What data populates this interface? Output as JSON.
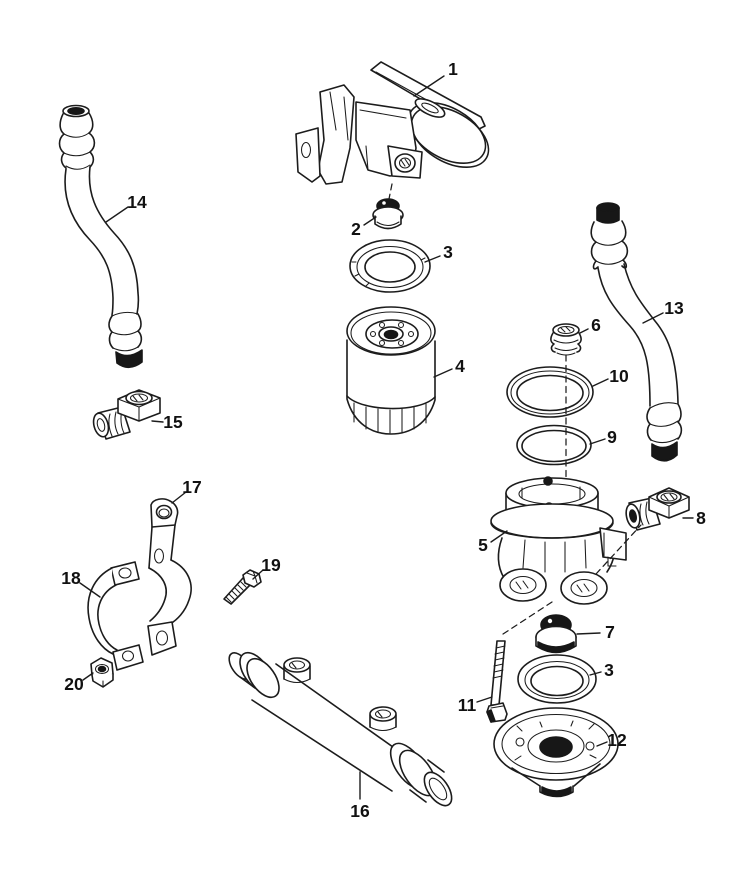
{
  "diagram": {
    "kind": "exploded-parts-diagram",
    "background_color": "#ffffff",
    "line_color": "#1c1c1c",
    "label_color": "#111111",
    "part_count": 20,
    "callouts": [
      {
        "number": "1",
        "part": "filter-mounting-bracket"
      },
      {
        "number": "2",
        "part": "plug-fitting-small"
      },
      {
        "number": "3",
        "part": "sealing-ring-upper"
      },
      {
        "number": "4",
        "part": "oil-filter-canister"
      },
      {
        "number": "5",
        "part": "filter-adapter-housing"
      },
      {
        "number": "6",
        "part": "threaded-insert"
      },
      {
        "number": "7",
        "part": "plug-fitting-large"
      },
      {
        "number": "8",
        "part": "elbow-fitting-right"
      },
      {
        "number": "9",
        "part": "o-ring-thin"
      },
      {
        "number": "10",
        "part": "o-ring-thick"
      },
      {
        "number": "11",
        "part": "long-bolt"
      },
      {
        "number": "12",
        "part": "filter-base-cover"
      },
      {
        "number": "13",
        "part": "oil-hose-right"
      },
      {
        "number": "14",
        "part": "oil-hose-left"
      },
      {
        "number": "15",
        "part": "elbow-fitting-left"
      },
      {
        "number": "16",
        "part": "oil-cooler"
      },
      {
        "number": "17",
        "part": "support-strap"
      },
      {
        "number": "18",
        "part": "clamp-half"
      },
      {
        "number": "19",
        "part": "hex-screw"
      },
      {
        "number": "20",
        "part": "hex-nut"
      },
      {
        "number": "3",
        "part": "sealing-ring-lower"
      }
    ]
  }
}
